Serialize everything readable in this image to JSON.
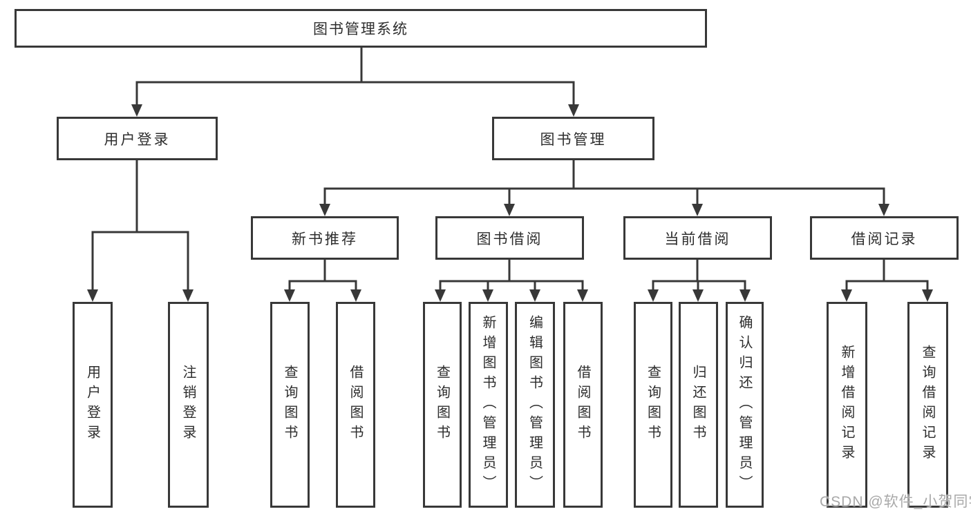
{
  "colors": {
    "line": "#383838",
    "box_border": "#383838",
    "box_background": "#ffffff",
    "text": "#2d2d2d",
    "watermark_text": "#a8a8a8"
  },
  "root": {
    "label": "图书管理系统"
  },
  "level2": [
    {
      "label": "用户登录"
    },
    {
      "label": "图书管理"
    }
  ],
  "level3": [
    {
      "label": "新书推荐"
    },
    {
      "label": "图书借阅"
    },
    {
      "label": "当前借阅"
    },
    {
      "label": "借阅记录"
    }
  ],
  "leaves": [
    {
      "label": "用户登录"
    },
    {
      "label": "注销登录"
    },
    {
      "label": "查询图书"
    },
    {
      "label": "借阅图书"
    },
    {
      "label": "查询图书"
    },
    {
      "label": "新增图书（管理员）"
    },
    {
      "label": "编辑图书（管理员）"
    },
    {
      "label": "借阅图书"
    },
    {
      "label": "查询图书"
    },
    {
      "label": "归还图书"
    },
    {
      "label": "确认归还（管理员）"
    },
    {
      "label": "新增借阅记录"
    },
    {
      "label": "查询借阅记录"
    }
  ],
  "watermark": {
    "text": "CSDN @软件_小贺同学"
  }
}
